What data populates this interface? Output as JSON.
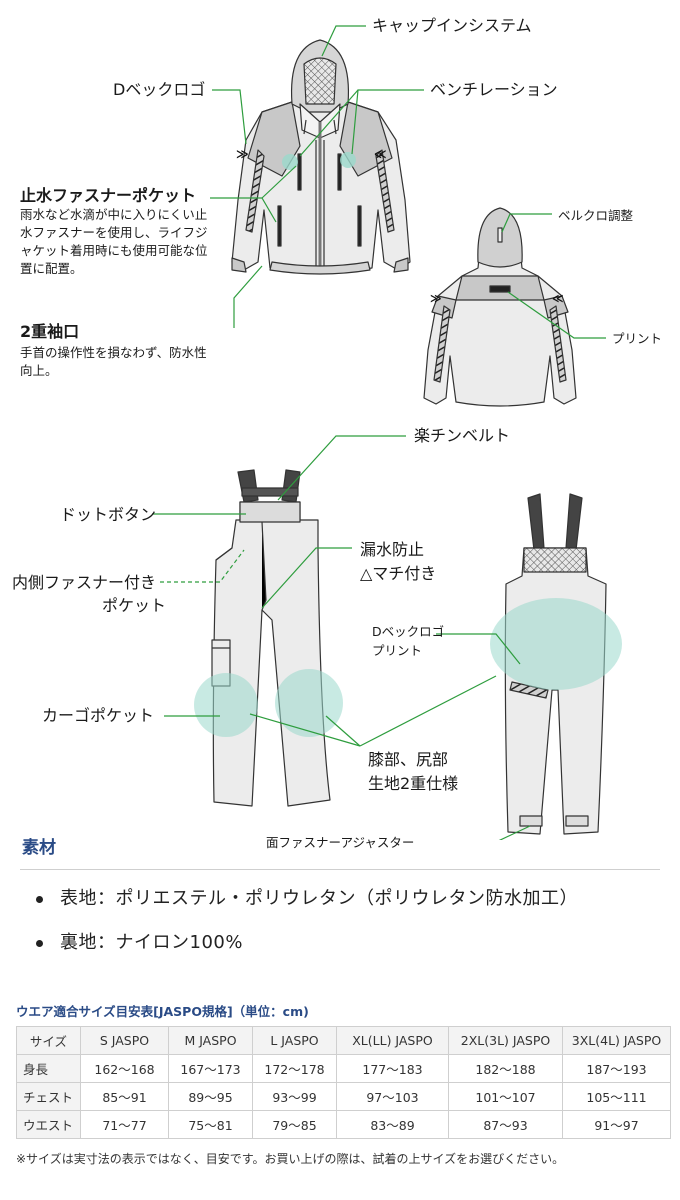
{
  "labels": {
    "cap_in_system": "キャップインシステム",
    "d_vec_logo": "Dベックロゴ",
    "ventilation": "ベンチレーション",
    "waterproof_pocket_title": "止水ファスナーポケット",
    "waterproof_pocket_desc": "雨水など水滴が中に入りにくい止水ファスナーを使用し、ライフジャケット着用時にも使用可能な位置に配置。",
    "velcro": "ベルクロ調整",
    "print": "プリント",
    "double_cuff_title": "2重袖口",
    "double_cuff_desc": "手首の操作性を損なわず、防水性向上。",
    "comfort_belt": "楽チンベルト",
    "dot_button": "ドットボタン",
    "leak_line1": "漏水防止",
    "leak_line2": "△マチ付き",
    "inner_pocket_line1": "内側ファスナー付き",
    "inner_pocket_line2": "ポケット",
    "d_vec_print_line1": "Dベックロゴ",
    "d_vec_print_line2": "プリント",
    "cargo_pocket": "カーゴポケット",
    "knee_line1": "膝部、尻部",
    "knee_line2": "生地2重仕様",
    "face_fastener": "面ファスナーアジャスター"
  },
  "material": {
    "title": "素材",
    "items": [
      "表地：ポリエステル・ポリウレタン（ポリウレタン防水加工）",
      "裏地：ナイロン100%"
    ]
  },
  "size_table": {
    "title": "ウエア適合サイズ目安表[JASPO規格]（単位：cm)",
    "headers": [
      "サイズ",
      "S JASPO",
      "M JASPO",
      "L JASPO",
      "XL(LL) JASPO",
      "2XL(3L) JASPO",
      "3XL(4L) JASPO"
    ],
    "rows": [
      [
        "身長",
        "162～168",
        "167～173",
        "172～178",
        "177～183",
        "182～188",
        "187～193"
      ],
      [
        "チェスト",
        "85～91",
        "89～95",
        "93～99",
        "97～103",
        "101～107",
        "105～111"
      ],
      [
        "ウエスト",
        "71～77",
        "75～81",
        "79～85",
        "83～89",
        "87～93",
        "91～97"
      ]
    ],
    "note": "※サイズは実寸法の表示ではなく、目安です。お買い上げの際は、試着の上サイズをお選びください。"
  },
  "colors": {
    "leader": "#2e9d3e",
    "accent_circle": "#9bd9cc",
    "title_blue": "#2a4b86"
  }
}
